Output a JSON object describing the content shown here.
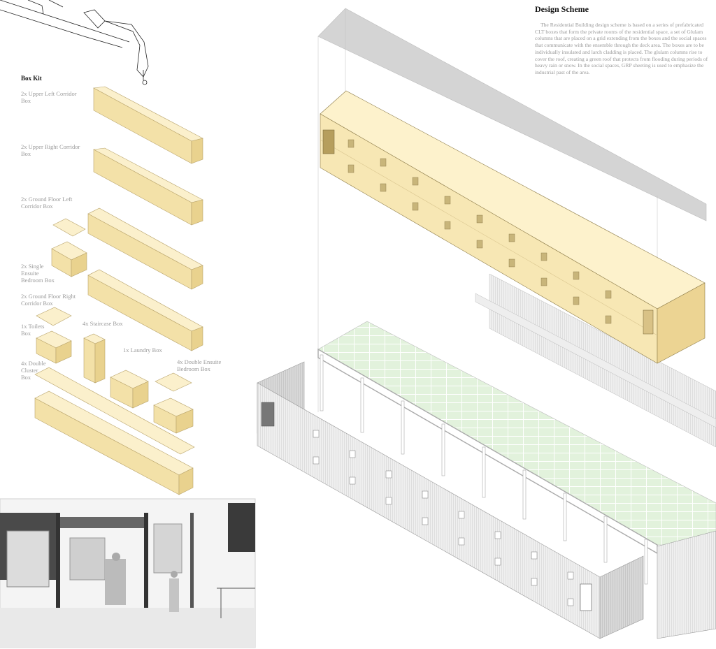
{
  "design_scheme": {
    "title": "Design Scheme",
    "body": "The Residential Building design scheme is based on a series of prefabricated CLT boxes that form the private rooms of the residential space, a set of Glulam columns that are placed on a grid extending from the boxes and the social spaces that communicate with the ensemble through the deck area. The boxes are to be individually insulated and larch cladding is placed. The glulam columns rise to cover the roof, creating a green roof that protects from flooding during periods of heavy rain or snow. In the social spaces, GRP sheeting is used to emphasize the industrial past of the area."
  },
  "box_kit": {
    "title": "Box Kit",
    "items": [
      {
        "label": "2x Upper Left Corridor\nBox"
      },
      {
        "label": "2x Upper Right Corridor\nBox"
      },
      {
        "label": "2x Ground Floor Left\nCorridor Box"
      },
      {
        "label": "2x Single\nEnsuite\n Bedroom Box"
      },
      {
        "label": "2x Ground Floor  Right\nCorridor Box"
      },
      {
        "label": "1x Toilets\nBox"
      },
      {
        "label": "4x Staircase Box"
      },
      {
        "label": "1x Laundry Box"
      },
      {
        "label": "4x Double\nCluster\nBox"
      },
      {
        "label": "4x Double Ensuite\nBedroom Box"
      }
    ]
  },
  "colors": {
    "clt_box": "#f6e7b6",
    "clt_box_edge": "#c9b57a",
    "green_roof": "#e3f3df",
    "cladding": "#d9d9d9",
    "roof_panel": "#d6d6d6"
  }
}
